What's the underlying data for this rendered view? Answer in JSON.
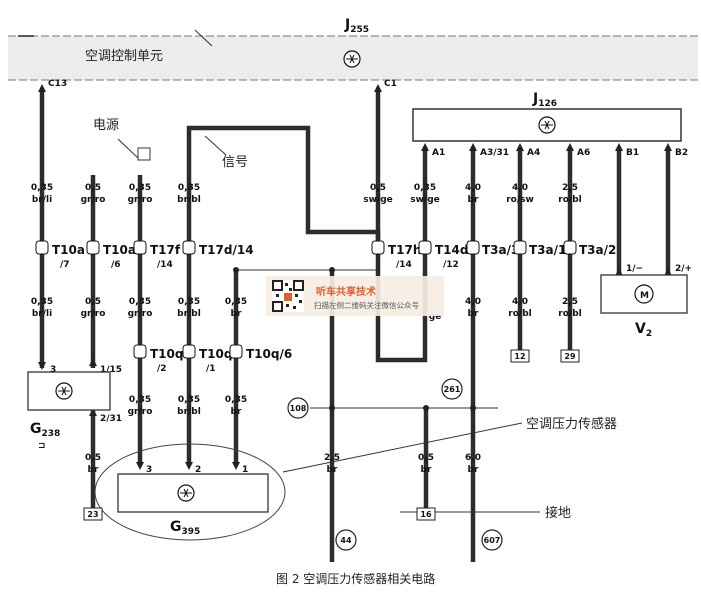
{
  "diagram": {
    "caption": "图 2  空调压力传感器相关电路",
    "labels": {
      "ac_control_unit": "空调控制单元",
      "power": "电源",
      "signal": "信号",
      "pressure_sensor": "空调压力传感器",
      "ground": "接地"
    },
    "components": {
      "j255": {
        "main": "J",
        "sub": "255"
      },
      "j126": {
        "main": "J",
        "sub": "126"
      },
      "g238": {
        "main": "G",
        "sub": "238"
      },
      "g395": {
        "main": "G",
        "sub": "395"
      },
      "v2": {
        "main": "V",
        "sub": "2"
      }
    },
    "pins": {
      "c13": "C13",
      "c1": "C1",
      "a1": "A1",
      "a3_31": "A3/31",
      "a4": "A4",
      "a6": "A6",
      "b1": "B1",
      "b2": "B2",
      "g238_3": "3",
      "g238_1_15": "1/15",
      "g238_2_31": "2/31",
      "g238_sq": "⊐",
      "g395_3": "3",
      "g395_2": "2",
      "g395_1": "1",
      "v2_1": "1/−",
      "v2_2": "2/+"
    },
    "wires_top": {
      "w1": {
        "g": "0,35",
        "c": "br/li"
      },
      "w2": {
        "g": "0,5",
        "c": "gr/ro"
      },
      "w3": {
        "g": "0,35",
        "c": "gr/ro"
      },
      "w4": {
        "g": "0,35",
        "c": "br/bl"
      },
      "w5": {
        "g": "0,5",
        "c": "sw/ge"
      },
      "w6": {
        "g": "0,35",
        "c": "sw/ge"
      },
      "w7": {
        "g": "4,0",
        "c": "br"
      },
      "w8": {
        "g": "4,0",
        "c": "ro/sw"
      },
      "w9": {
        "g": "2,5",
        "c": "ro/bl"
      }
    },
    "wires_mid": {
      "w1": {
        "g": "0,35",
        "c": "br/li"
      },
      "w2": {
        "g": "0,5",
        "c": "gr/ro"
      },
      "w3": {
        "g": "0,35",
        "c": "gr/ro"
      },
      "w4": {
        "g": "0,35",
        "c": "br/bl"
      },
      "w5": {
        "g": "0,35",
        "c": "br"
      },
      "w6b": {
        "g": "",
        "c": "ge"
      },
      "w7": {
        "g": "4,0",
        "c": "br"
      },
      "w8": {
        "g": "4,0",
        "c": "ro/bl"
      },
      "w9": {
        "g": "2,5",
        "c": "ro/bl"
      }
    },
    "wires_low": {
      "w3": {
        "g": "0,35",
        "c": "gr/ro"
      },
      "w4": {
        "g": "0,35",
        "c": "br/bl"
      },
      "w5": {
        "g": "0,35",
        "c": "br"
      }
    },
    "wires_bottom": {
      "g238": {
        "g": "0,5",
        "c": "br"
      },
      "gnd44": {
        "g": "2,5",
        "c": "br"
      },
      "gnd16": {
        "g": "0,5",
        "c": "br"
      },
      "gnd607": {
        "g": "6,0",
        "c": "br"
      }
    },
    "connectors": {
      "t10a7": {
        "main": "T10a",
        "sub": "/7"
      },
      "t10a6": {
        "main": "T10a",
        "sub": "/6"
      },
      "t17f14": {
        "main": "T17f",
        "sub": "/14"
      },
      "t17d14": {
        "main": "T17d/14",
        "sub": ""
      },
      "t17h14": {
        "main": "T17h",
        "sub": "/14"
      },
      "t14d12": {
        "main": "T14d",
        "sub": "/12"
      },
      "t3a3": {
        "main": "T3a/3",
        "sub": ""
      },
      "t3a1": {
        "main": "T3a/1",
        "sub": ""
      },
      "t3a2": {
        "main": "T3a/2",
        "sub": ""
      },
      "t10q2": {
        "main": "T10q",
        "sub": "/2"
      },
      "t10q1": {
        "main": "T10q",
        "sub": "/1"
      },
      "t10q6": {
        "main": "T10q/6",
        "sub": ""
      }
    },
    "refs": {
      "r108": "108",
      "r261": "261",
      "r12": "12",
      "r29": "29",
      "r23": "23",
      "r16": "16",
      "r44": "44",
      "r607": "607"
    }
  },
  "watermark": {
    "title": "听车共享技术",
    "subtitle": "扫描左侧二维码关注微信公众号"
  }
}
